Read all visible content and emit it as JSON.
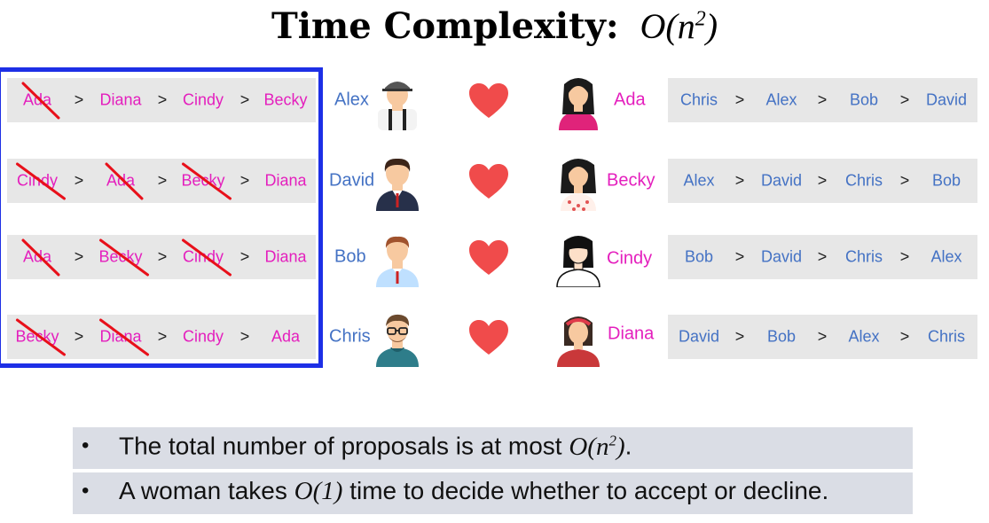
{
  "title": {
    "text": "Time Complexity:",
    "math_prefix": "O(n",
    "math_exp": "2",
    "math_suffix": ")"
  },
  "men_prefs": [
    {
      "items": [
        "Ada",
        "Diana",
        "Cindy",
        "Becky"
      ],
      "crossed": [
        true,
        false,
        false,
        false
      ]
    },
    {
      "items": [
        "Cindy",
        "Ada",
        "Becky",
        "Diana"
      ],
      "crossed": [
        true,
        true,
        true,
        false
      ]
    },
    {
      "items": [
        "Ada",
        "Becky",
        "Cindy",
        "Diana"
      ],
      "crossed": [
        true,
        true,
        true,
        false
      ]
    },
    {
      "items": [
        "Becky",
        "Diana",
        "Cindy",
        "Ada"
      ],
      "crossed": [
        true,
        true,
        false,
        false
      ]
    }
  ],
  "separator": ">",
  "men": [
    {
      "name": "Alex",
      "icon": "man-hat-avatar-icon"
    },
    {
      "name": "David",
      "icon": "man-suit-avatar-icon"
    },
    {
      "name": "Bob",
      "icon": "man-shirt-avatar-icon"
    },
    {
      "name": "Chris",
      "icon": "man-glasses-avatar-icon"
    }
  ],
  "women": [
    {
      "name": "Ada",
      "icon": "woman-pink-shirt-avatar-icon"
    },
    {
      "name": "Becky",
      "icon": "woman-dotted-dress-avatar-icon"
    },
    {
      "name": "Cindy",
      "icon": "woman-bangs-avatar-icon"
    },
    {
      "name": "Diana",
      "icon": "woman-headband-avatar-icon"
    }
  ],
  "women_prefs": [
    {
      "items": [
        "Chris",
        "Alex",
        "Bob",
        "David"
      ]
    },
    {
      "items": [
        "Alex",
        "David",
        "Chris",
        "Bob"
      ]
    },
    {
      "items": [
        "Bob",
        "David",
        "Chris",
        "Alex"
      ]
    },
    {
      "items": [
        "David",
        "Bob",
        "Alex",
        "Chris"
      ]
    }
  ],
  "bullets": [
    {
      "marker": "•",
      "before": "The total number of proposals is at most ",
      "math_prefix": "O(n",
      "math_exp": "2",
      "math_suffix": ")",
      "after": "."
    },
    {
      "marker": "•",
      "before": "A woman takes ",
      "math_prefix": "O(1)",
      "math_exp": "",
      "math_suffix": "",
      "after": " time to decide whether to accept or decline."
    }
  ],
  "colors": {
    "woman_name": "#e41fbd",
    "man_name": "#4472c4",
    "heart": "#f04b4b",
    "strike": "#e8101a",
    "box_border": "#1d2fe6",
    "pref_bg": "#e7e7e7",
    "bullet_bg": "#dadde5"
  }
}
